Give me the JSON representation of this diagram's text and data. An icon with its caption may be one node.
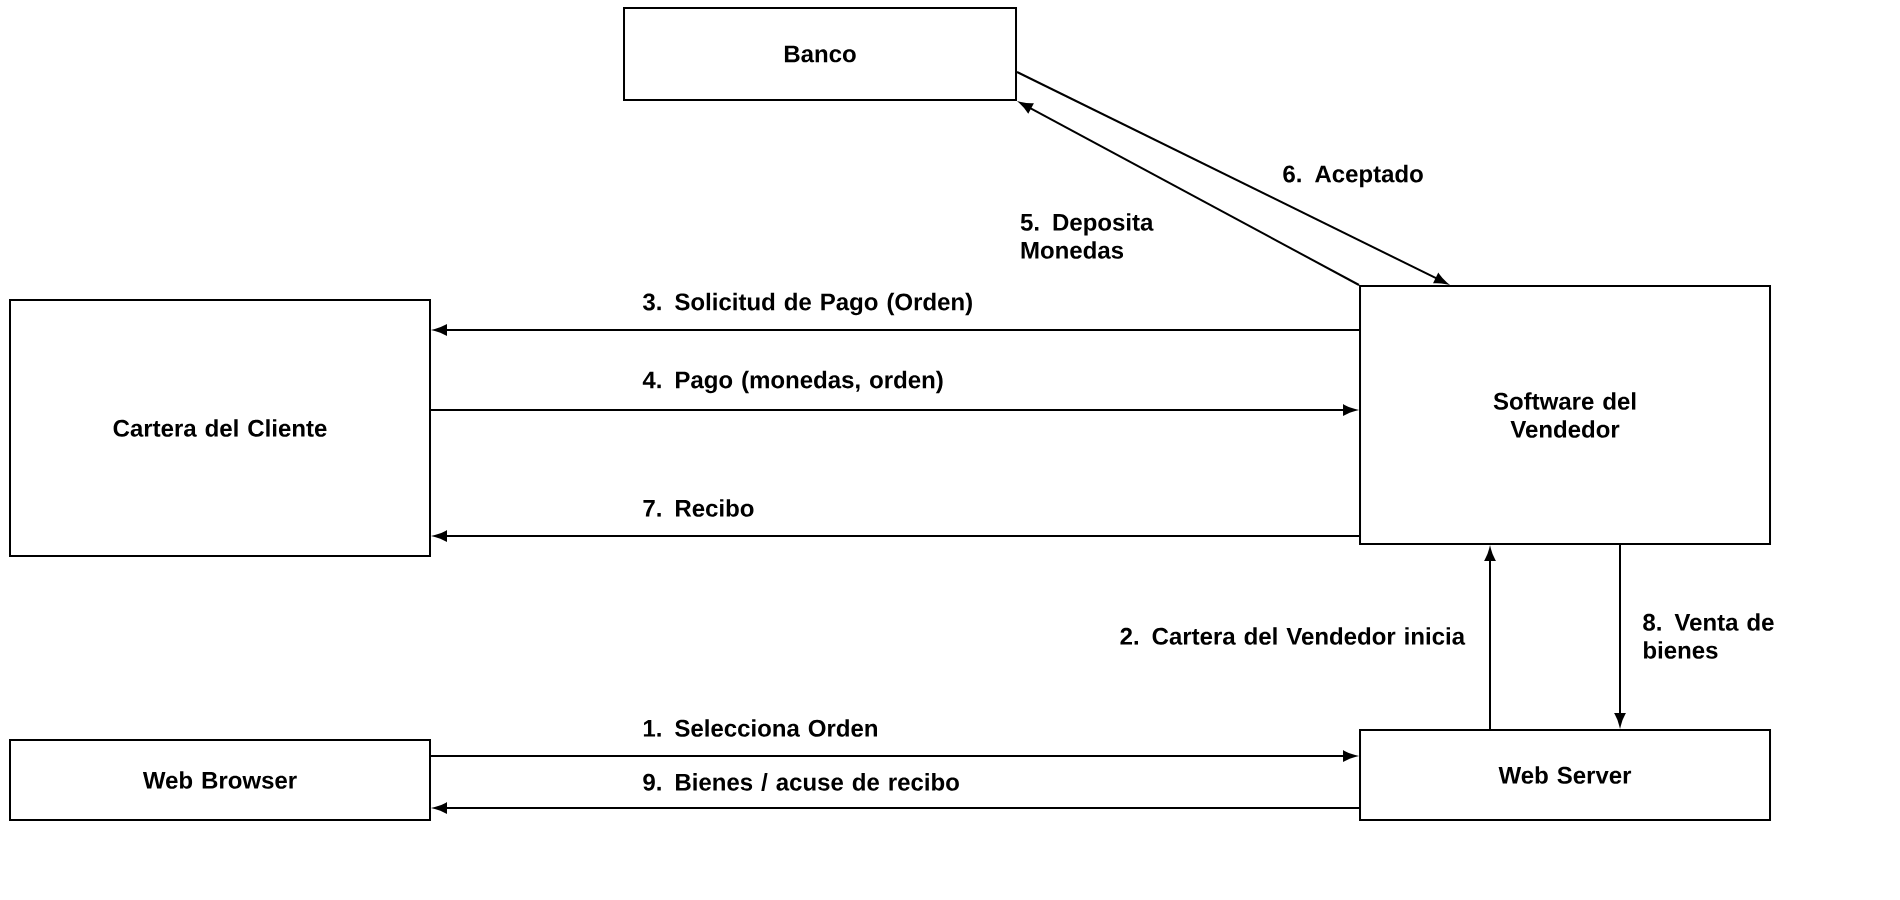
{
  "diagram": {
    "nodes": [
      {
        "text": [
          "Banco"
        ]
      },
      {
        "text": [
          "Cartera del Cliente"
        ]
      },
      {
        "text": [
          "Software del Vendedor"
        ]
      },
      {
        "text": [
          "Web Browser"
        ]
      },
      {
        "text": [
          "Web Server"
        ]
      }
    ],
    "edges": [
      {
        "from": 2,
        "to": 0,
        "arrow": "to",
        "label": "5. Deposita Monedas"
      },
      {
        "from": 0,
        "to": 2,
        "arrow": "to",
        "label": "6. Aceptado"
      },
      {
        "from": 2,
        "to": 1,
        "arrow": "to",
        "label": "3. Solicitud de Pago (Orden)"
      },
      {
        "from": 1,
        "to": 2,
        "arrow": "to",
        "label": "4. Pago (monedas, orden)"
      },
      {
        "from": 2,
        "to": 1,
        "arrow": "to",
        "label": "7. Recibo"
      },
      {
        "from": 4,
        "to": 2,
        "arrow": "to",
        "label": "2. Cartera del Vendedor inicia"
      },
      {
        "from": 2,
        "to": 4,
        "arrow": "to",
        "label": "8. Venta de bienes"
      },
      {
        "from": 3,
        "to": 4,
        "arrow": "to",
        "label": "1. Selecciona Orden"
      },
      {
        "from": 4,
        "to": 3,
        "arrow": "to",
        "label": "9. Bienes / acuse de recibo"
      }
    ]
  }
}
